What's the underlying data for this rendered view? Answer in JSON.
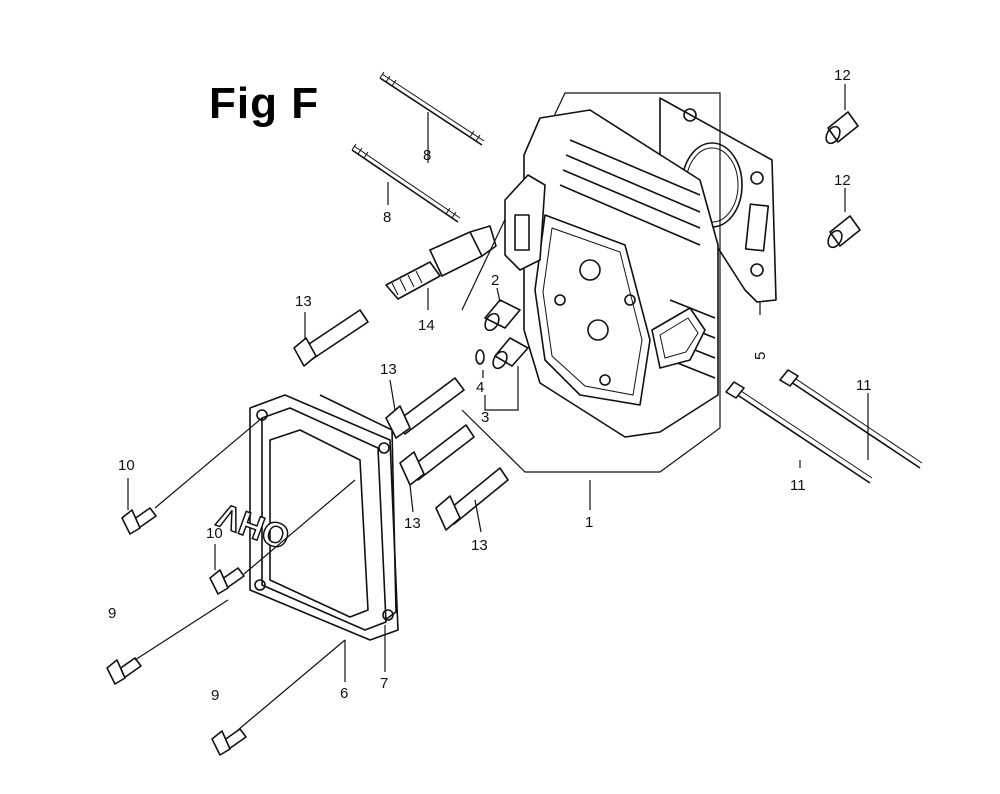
{
  "figure": {
    "title": "Fig F"
  },
  "cover": {
    "emblem": "OHV"
  },
  "callouts": [
    {
      "id": "c1",
      "number": "1"
    },
    {
      "id": "c2",
      "number": "2"
    },
    {
      "id": "c3",
      "number": "3"
    },
    {
      "id": "c4",
      "number": "4"
    },
    {
      "id": "c5",
      "number": "5"
    },
    {
      "id": "c6",
      "number": "6"
    },
    {
      "id": "c7",
      "number": "7"
    },
    {
      "id": "c8a",
      "number": "8"
    },
    {
      "id": "c8b",
      "number": "8"
    },
    {
      "id": "c9a",
      "number": "9"
    },
    {
      "id": "c9b",
      "number": "9"
    },
    {
      "id": "c10a",
      "number": "10"
    },
    {
      "id": "c10b",
      "number": "10"
    },
    {
      "id": "c11a",
      "number": "11"
    },
    {
      "id": "c11b",
      "number": "11"
    },
    {
      "id": "c12a",
      "number": "12"
    },
    {
      "id": "c12b",
      "number": "12"
    },
    {
      "id": "c13a",
      "number": "13"
    },
    {
      "id": "c13b",
      "number": "13"
    },
    {
      "id": "c13c",
      "number": "13"
    },
    {
      "id": "c13d",
      "number": "13"
    },
    {
      "id": "c14",
      "number": "14"
    }
  ]
}
